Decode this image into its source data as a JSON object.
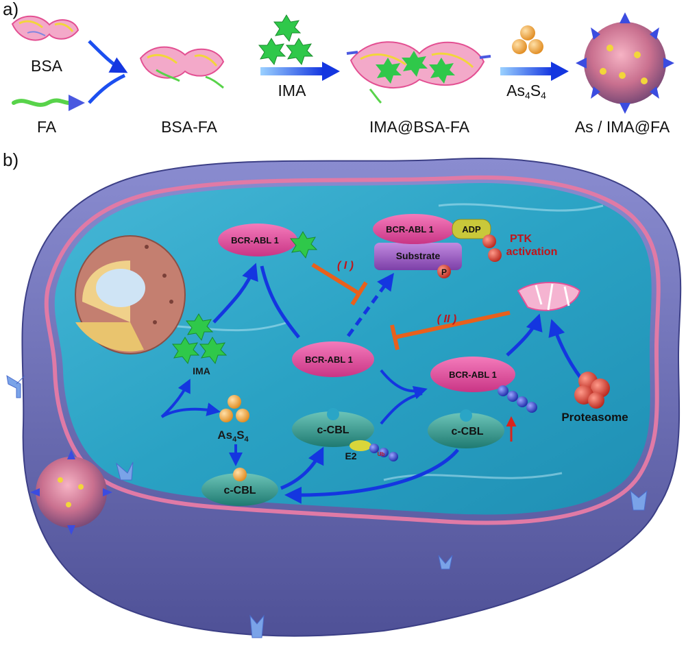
{
  "panel_a": {
    "tag": "a)",
    "labels": {
      "bsa": "BSA",
      "fa": "FA",
      "bsa_fa": "BSA-FA",
      "ima_arrow": "IMA",
      "ima_bsa_fa": "IMA@BSA-FA",
      "as4s4_arrow_prefix": "As",
      "as4s4_arrow_sub1": "4",
      "as4s4_arrow_mid": "S",
      "as4s4_arrow_sub2": "4",
      "final": "As / IMA@FA"
    }
  },
  "panel_b": {
    "tag": "b)",
    "labels": {
      "bcr_top": "BCR-ABL 1",
      "bcr_pathway": "BCR-ABL 1",
      "adp": "ADP",
      "substrate": "Substrate",
      "phospho": "P",
      "ptk_line1": "PTK",
      "ptk_line2": "activation",
      "inhibit_one": "( I )",
      "inhibit_two": "( II )",
      "bcr_center": "BCR-ABL 1",
      "bcr_right": "BCR-ABL 1",
      "ima": "IMA",
      "as4s4_prefix": "As",
      "as4s4_sub1": "4",
      "as4s4_mid": "S",
      "as4s4_sub2": "4",
      "ccbl_center": "c-CBL",
      "ccbl_right": "c-CBL",
      "ccbl_bottom": "c-CBL",
      "e2": "E2",
      "ub": "Ub",
      "proteasome": "Proteasome"
    }
  },
  "colors": {
    "pink_pill": "#e4509a",
    "teal_pill": "#2f8f86",
    "water": "#2aa5c6",
    "membrane": "#6d6fb4",
    "arrow_blue": "#1436e0",
    "inhibit_orange": "#e8601c",
    "red_text": "#c0141a",
    "substrate": "#9a5cc4",
    "adp": "#c9c83a"
  }
}
